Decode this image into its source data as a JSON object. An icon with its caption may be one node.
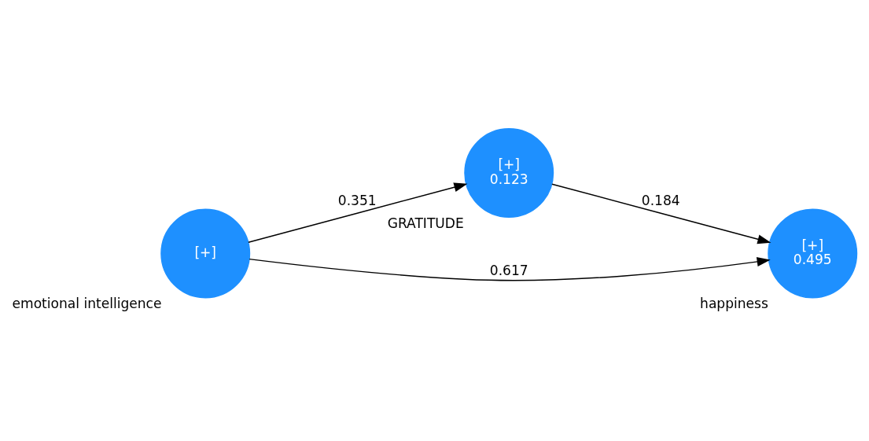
{
  "diagram": {
    "nodes": [
      {
        "text": [
          "[+]",
          "0.123"
        ],
        "beside": [
          "GRATITUDE"
        ]
      },
      {
        "text": [
          "[+]"
        ],
        "beside": [
          "emotional intelligence"
        ]
      },
      {
        "text": [
          "[+]",
          "0.495"
        ],
        "beside": [
          "happiness"
        ]
      }
    ],
    "edges": [
      {
        "from": 1,
        "to": 0,
        "arrow": "to",
        "label": "0.351"
      },
      {
        "from": 0,
        "to": 2,
        "arrow": "to",
        "label": "0.184"
      },
      {
        "from": 1,
        "to": 2,
        "arrow": "to",
        "label": "0.617"
      }
    ]
  }
}
